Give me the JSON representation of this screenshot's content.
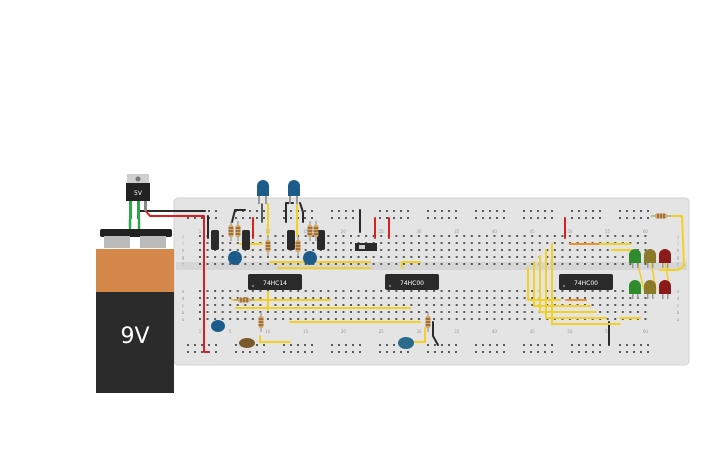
{
  "battery": {
    "label": "9V",
    "case_color": "#2b2b2b",
    "top_color": "#d4894a"
  },
  "regulator": {
    "label": "5V"
  },
  "chips": [
    {
      "id": "chip1",
      "label": "74HC14"
    },
    {
      "id": "chip2",
      "label": "74HC00"
    },
    {
      "id": "chip3",
      "label": "74HC00"
    }
  ],
  "breadboard": {
    "column_numbers": [
      "1",
      "5",
      "10",
      "15",
      "20",
      "25",
      "30",
      "35",
      "40",
      "45",
      "50",
      "55",
      "60"
    ],
    "row_letters_top": [
      "j",
      "i",
      "h",
      "g",
      "f"
    ],
    "row_letters_bottom": [
      "e",
      "d",
      "c",
      "b",
      "a"
    ]
  },
  "colors": {
    "wire_yellow": "#f2d024",
    "wire_red": "#d92020",
    "wire_black": "#2a2a2a",
    "wire_green": "#2aa84a",
    "wire_orange": "#e9932a",
    "led_blue": "#1d5b8a",
    "led_green": "#2e8b2e",
    "led_olive": "#8a7a2a",
    "led_red": "#8b1a1a",
    "board": "#e4e4e4"
  }
}
